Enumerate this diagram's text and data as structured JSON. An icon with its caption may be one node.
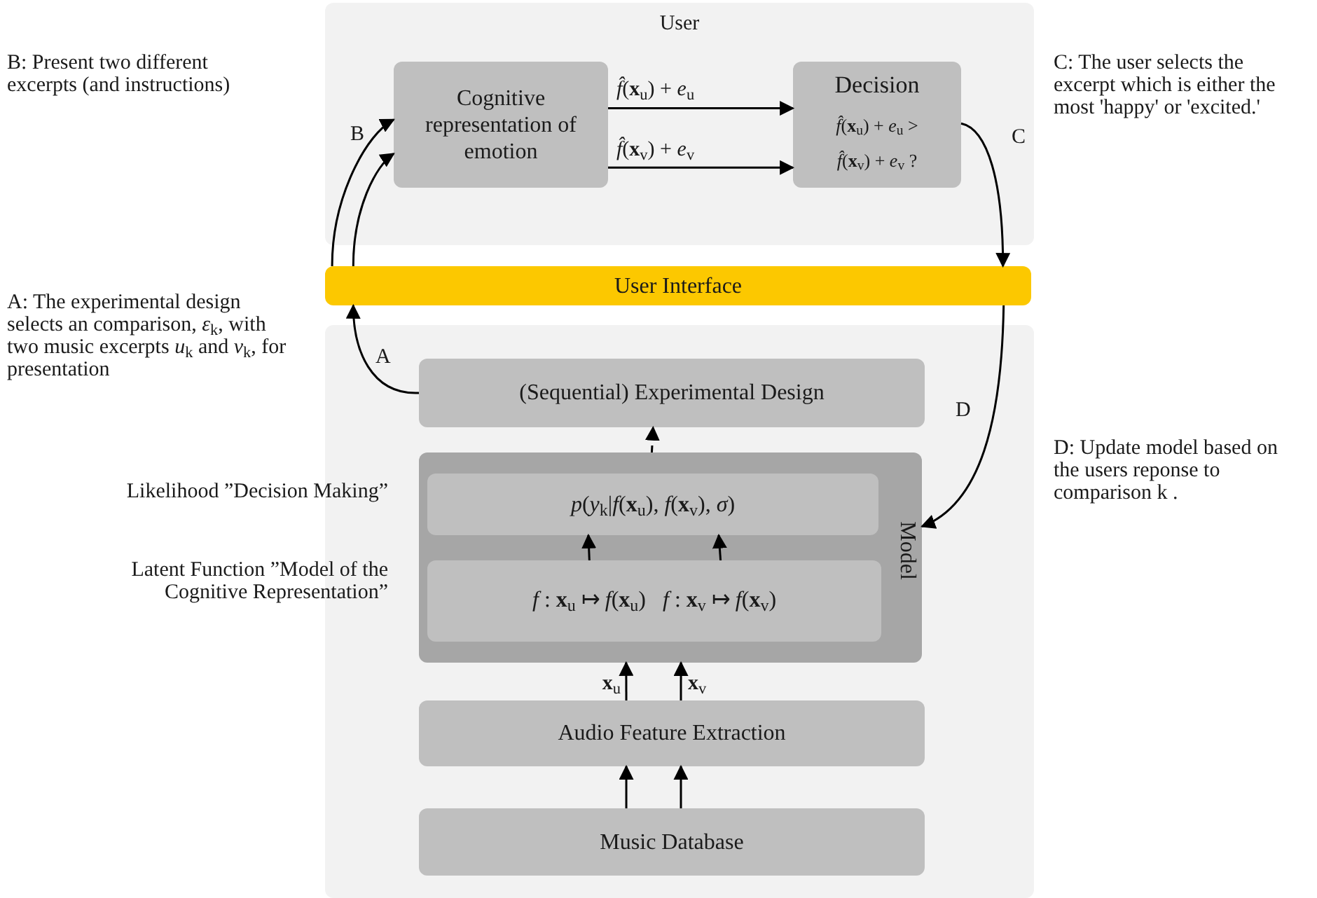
{
  "diagram": {
    "nodes": [
      {
        "text": [
          "User"
        ]
      },
      {
        "text": [
          "Cognitive representation of emotion"
        ],
        "in": 0
      },
      {
        "text": [
          "Decision",
          "*f̂*(**x**$_{u}$) + *e*$_{u}$ >",
          "*f̂*(**x**$_{v}$) + *e*$_{v}$ ?"
        ],
        "in": 0
      },
      {
        "text": [
          "User Interface"
        ]
      },
      {
        "text": [],
        "shape": "box"
      },
      {
        "text": [
          "(Sequential) Experimental Design"
        ],
        "in": 4
      },
      {
        "text": [
          "Model"
        ],
        "in": 4
      },
      {
        "text": [
          "*p*(*y*$_{k}$|*f*(**x**$_{u}$), *f*(**x**$_{v}$), *σ*)"
        ],
        "in": 6,
        "beside": [
          "Likelihood ”Decision Making”"
        ]
      },
      {
        "text": [
          "*f* : **x**$_{u}$ ↦ *f*(**x**$_{u}$)",
          "*f* : **x**$_{v}$ ↦ *f*(**x**$_{v}$)"
        ],
        "in": 6,
        "beside": [
          "Latent Function ”Model of the Cognitive Representation”"
        ]
      },
      {
        "text": [
          "Audio Feature Extraction"
        ],
        "in": 4
      },
      {
        "text": [
          "Music Database"
        ],
        "in": 4
      }
    ],
    "edges": [
      {
        "from": 1,
        "to": 2,
        "arrow": "to",
        "label": "*f̂*(**x**$_{u}$) + *e*$_{u}$"
      },
      {
        "from": 1,
        "to": 2,
        "arrow": "to",
        "label": "*f̂*(**x**$_{v}$) + *e*$_{v}$"
      },
      {
        "from": 3,
        "to": 1,
        "arrow": "to",
        "label": "B"
      },
      {
        "from": 3,
        "to": 1,
        "arrow": "to"
      },
      {
        "from": 2,
        "to": 3,
        "arrow": "to",
        "label": "C"
      },
      {
        "from": 5,
        "to": 3,
        "arrow": "to",
        "label": "A"
      },
      {
        "from": 3,
        "to": 6,
        "arrow": "to",
        "label": "D"
      },
      {
        "from": 6,
        "to": 5,
        "arrow": "to",
        "style": "dashed"
      },
      {
        "from": 8,
        "to": 7,
        "arrow": "to"
      },
      {
        "from": 8,
        "to": 7,
        "arrow": "to"
      },
      {
        "from": 9,
        "to": 6,
        "arrow": "to",
        "label": "**x**$_{u}$"
      },
      {
        "from": 9,
        "to": 6,
        "arrow": "to",
        "label": "**x**$_{v}$"
      },
      {
        "from": 10,
        "to": 9,
        "arrow": "to"
      },
      {
        "from": 10,
        "to": 9,
        "arrow": "to"
      }
    ],
    "labels": [
      "B: Present two different excerpts (and instructions)",
      "C: The user selects the excerpt which is either the most 'happy' or 'excited.'",
      "A: The experimental design selects an comparison, *ε*$_{k}$, with two music excerpts *u*$_{k}$ and *v*$_{k}$, for presentation",
      "D: Update model based on the users reponse to comparison k ."
    ]
  }
}
